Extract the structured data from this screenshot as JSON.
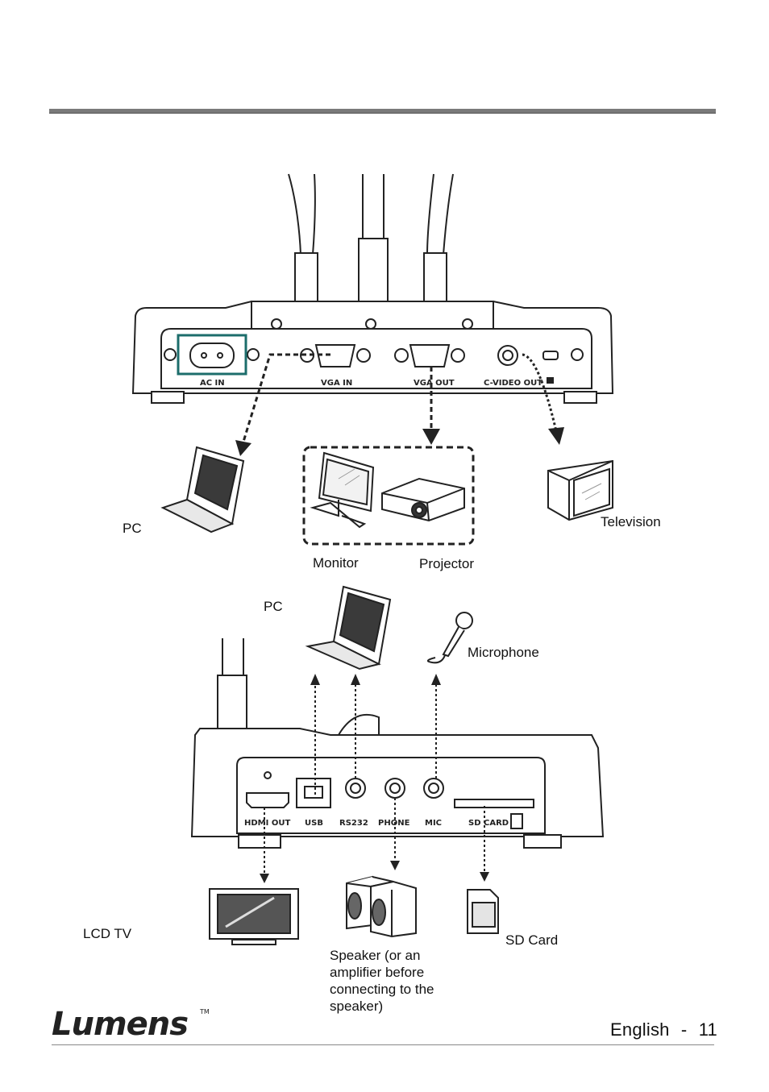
{
  "brand": {
    "logo_text": "Lumens",
    "trademark": "TM"
  },
  "footer": {
    "language": "English",
    "separator": "-",
    "page_number": "11"
  },
  "diagram_top": {
    "ports": [
      "AC IN",
      "VGA IN",
      "VGA OUT",
      "C-VIDEO OUT"
    ],
    "devices": {
      "pc": "PC",
      "monitor": "Monitor",
      "projector": "Projector",
      "television": "Television"
    }
  },
  "diagram_bottom": {
    "ports": [
      "HDMI OUT",
      "USB",
      "RS232",
      "PHONE",
      "MIC",
      "SD CARD"
    ],
    "devices": {
      "pc": "PC",
      "microphone": "Microphone",
      "lcd_tv": "LCD TV",
      "speaker": "Speaker (or an amplifier before connecting to the speaker)",
      "sd_card": "SD Card"
    }
  }
}
